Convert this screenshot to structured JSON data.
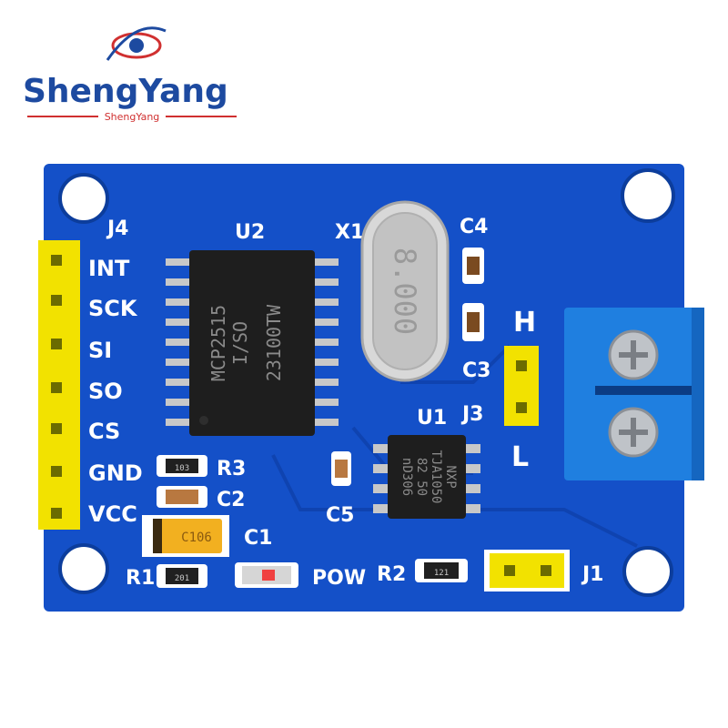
{
  "brand": {
    "name": "ShengYang",
    "tagline": "ShengYang",
    "colors": {
      "primary": "#1d4aa0",
      "accent": "#d03030"
    }
  },
  "board": {
    "color": "#1450c8",
    "header_j4": {
      "ref": "J4",
      "pins": [
        "INT",
        "SCK",
        "SI",
        "SO",
        "CS",
        "GND",
        "VCC"
      ]
    },
    "controller": {
      "ref": "U2",
      "marking": [
        "MCP2515",
        "I/SO",
        "23100TW"
      ]
    },
    "transceiver": {
      "ref": "U1",
      "marking": [
        "NXP",
        "TJA1050",
        "82 50",
        "nD306"
      ]
    },
    "crystal": {
      "ref": "X1",
      "marking": "8.000"
    },
    "terminal": {
      "ref": "J3",
      "high": "H",
      "low": "L"
    },
    "jumper": {
      "ref": "J1"
    },
    "labels": {
      "c1": "C1",
      "c2": "C2",
      "c3": "C3",
      "c4": "C4",
      "c5": "C5",
      "r1": "R1",
      "r2": "R2",
      "r3": "R3",
      "pow": "POW"
    },
    "component_codes": {
      "r3": "103",
      "r1": "201",
      "r2": "121",
      "cap": "C106"
    },
    "connector_color": "#f2e200",
    "terminal_block_color": "#1f7fe0"
  }
}
